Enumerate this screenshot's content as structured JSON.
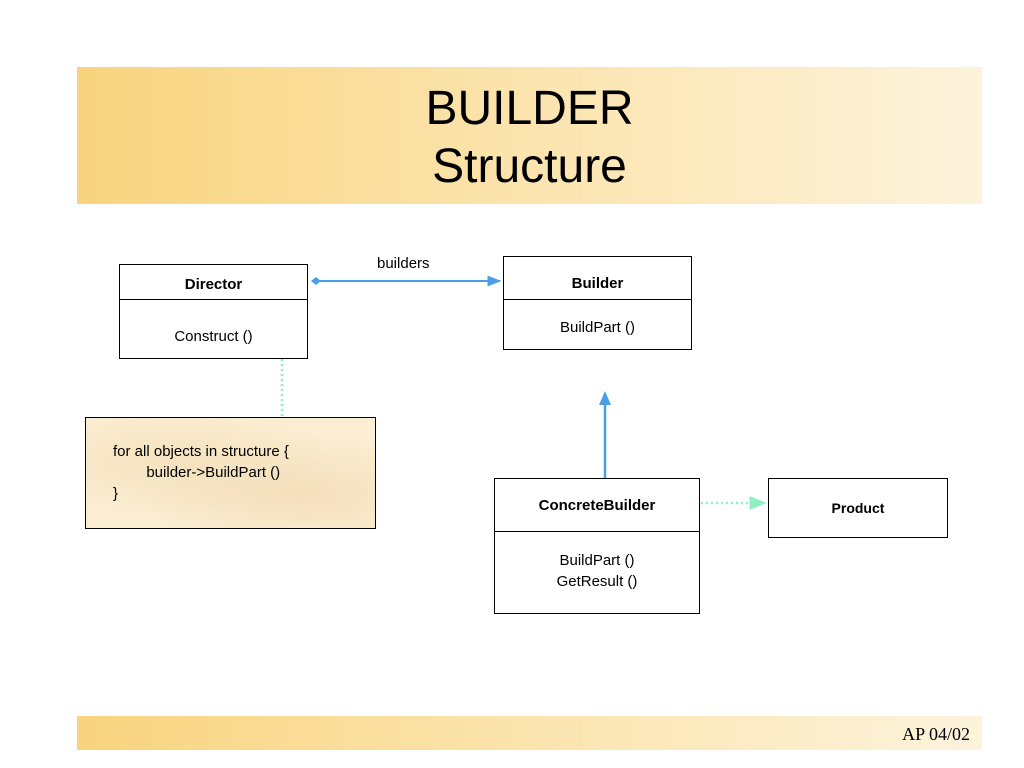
{
  "title": {
    "line1": "BUILDER",
    "line2": "Structure"
  },
  "footer": {
    "text": "AP 04/02"
  },
  "classes": {
    "director": {
      "name": "Director",
      "operations": [
        "Construct ()"
      ]
    },
    "builder": {
      "name": "Builder",
      "operations": [
        "BuildPart ()"
      ]
    },
    "concrete_builder": {
      "name": "ConcreteBuilder",
      "operations": [
        "BuildPart ()",
        "GetResult ()"
      ]
    },
    "product": {
      "name": "Product"
    }
  },
  "associations": {
    "director_builder_label": "builders"
  },
  "note": {
    "lines": [
      "for all objects in structure {",
      "        builder->BuildPart ()",
      "}"
    ]
  },
  "colors": {
    "connector_blue": "#4a9fe8",
    "dependency_mint": "#8ef0c0",
    "title_band_start": "#f8d47e",
    "title_band_end": "#fdf3dc"
  }
}
